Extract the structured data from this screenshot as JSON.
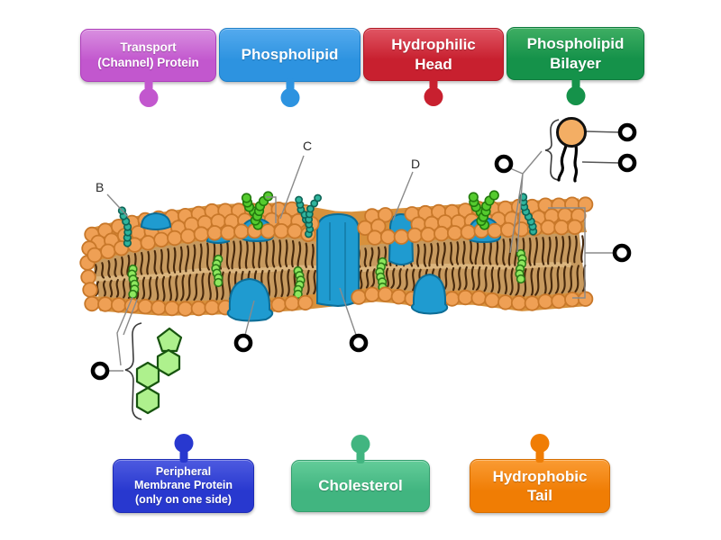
{
  "labels": {
    "top": [
      {
        "id": "transport-channel-protein",
        "text": "Transport\n(Channel) Protein",
        "color_light": "#d98fe0",
        "color_main": "#c257ce",
        "color_border": "#ad3cba"
      },
      {
        "id": "phospholipid",
        "text": "Phospholipid",
        "color_light": "#54aaee",
        "color_main": "#2d93e0",
        "color_border": "#1d7fc9"
      },
      {
        "id": "hydrophilic-head",
        "text": "Hydrophilic\nHead",
        "color_light": "#e05563",
        "color_main": "#c8202f",
        "color_border": "#b01622"
      },
      {
        "id": "phospholipid-bilayer",
        "text": "Phospholipid\nBilayer",
        "color_light": "#3fae63",
        "color_main": "#15924a",
        "color_border": "#0c7b3b"
      }
    ],
    "bottom": [
      {
        "id": "peripheral-membrane-protein",
        "text": "Peripheral\nMembrane Protein\n(only on one side)",
        "color_light": "#4d5ae0",
        "color_main": "#2838cf",
        "color_border": "#1d2bb5"
      },
      {
        "id": "cholesterol",
        "text": "Cholesterol",
        "color_light": "#63cc99",
        "color_main": "#41b580",
        "color_border": "#339e6d"
      },
      {
        "id": "hydrophobic-tail",
        "text": "Hydrophobic\nTail",
        "color_light": "#fa9b33",
        "color_main": "#f07d04",
        "color_border": "#d66e00"
      }
    ]
  },
  "diagram": {
    "letters": [
      "B",
      "C",
      "D"
    ],
    "drop_targets": [
      "phospholipid",
      "hydrophilic-head",
      "hydrophobic-tail",
      "phospholipid-bilayer",
      "cholesterol",
      "peripheral-membrane-protein",
      "transport-channel-protein"
    ],
    "colors": {
      "head_fill": "#efa055",
      "head_stroke": "#c8782a",
      "band_bg": "#d8913c",
      "tail_bg": "#c79a5f",
      "tail_stroke": "#46280c",
      "tail_gap": "#dbb57e",
      "protein_fill": "#1f9bd0",
      "protein_stroke": "#0d6d96",
      "chol_bead_fill": "#8ee85e",
      "chol_bead_stroke": "#2c7a18",
      "glyco_teal_fill": "#2fb49c",
      "glyco_teal_stroke": "#0e6456",
      "glyco_green_fill": "#55cb2e",
      "glyco_green_stroke": "#237a0e",
      "hex_fill": "#aef18d",
      "hex_stroke": "#17540f",
      "inset_head_fill": "#f3ae64",
      "leader_line": "#8a8a8a",
      "brace": "#3c3c3c",
      "ink": "#2a2a2a"
    }
  }
}
